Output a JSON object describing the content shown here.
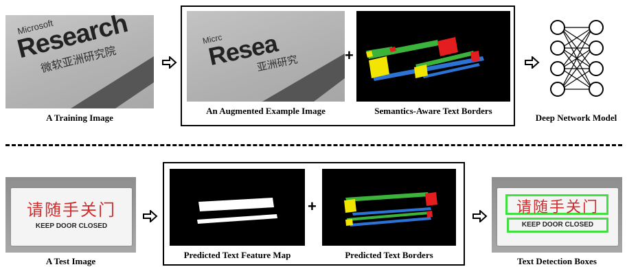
{
  "top_row": {
    "training_image": {
      "caption": "A Training Image",
      "sign_line1": "Microsoft",
      "sign_line2": "Research",
      "sign_line3": "微软亚洲研究院"
    },
    "augmented_image": {
      "caption": "An Augmented Example Image",
      "sign_line1": "Micrc",
      "sign_line2": "Resea",
      "sign_line3": "亚洲研究"
    },
    "borders_image": {
      "caption": "Semantics-Aware Text Borders"
    },
    "plus_symbol": "+",
    "network": {
      "caption": "Deep Network Model"
    }
  },
  "bottom_row": {
    "test_image": {
      "caption": "A Test Image",
      "sign_cn": "请随手关门",
      "sign_en": "KEEP DOOR CLOSED"
    },
    "feature_map": {
      "caption": "Predicted Text Feature Map"
    },
    "plus_symbol": "+",
    "predicted_borders": {
      "caption": "Predicted Text Borders"
    },
    "detection": {
      "caption": "Text Detection Boxes",
      "sign_cn": "请随手关门",
      "sign_en": "KEEP DOOR CLOSED"
    }
  },
  "colors": {
    "border_top": "#3cb43c",
    "border_bottom": "#2b74d6",
    "border_left": "#f2e600",
    "border_right": "#e41e1e",
    "sign_red": "#d42b2b",
    "detection_box": "#3fe03f"
  }
}
